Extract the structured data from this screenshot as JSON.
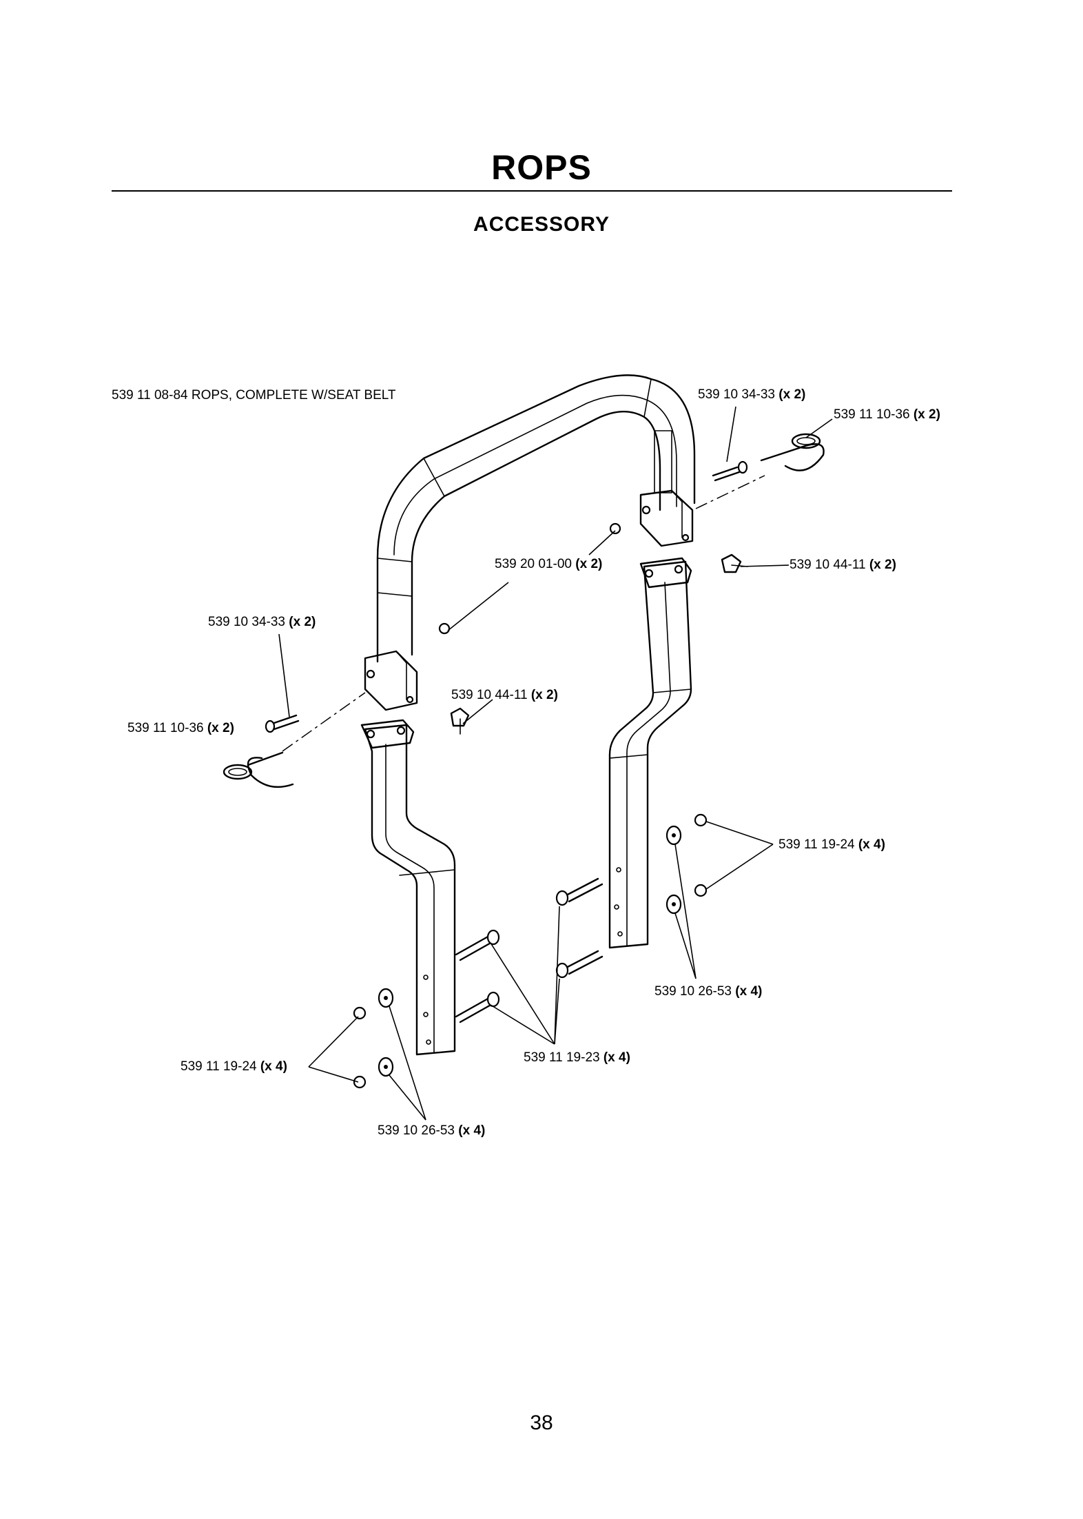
{
  "header": {
    "title": "ROPS",
    "subtitle": "ACCESSORY"
  },
  "footer": {
    "page_number": "38"
  },
  "callouts": {
    "assembly": "539 11 08-84 ROPS, COMPLETE W/SEAT BELT",
    "pin_top_right": {
      "part": "539 10 34-33",
      "qty": "(x 2)"
    },
    "clip_top_right": {
      "part": "539 11 10-36",
      "qty": "(x 2)"
    },
    "nut_upper": {
      "part": "539 20 01-00",
      "qty": "(x 2)"
    },
    "knob_right": {
      "part": "539 10 44-11",
      "qty": "(x 2)"
    },
    "pin_left": {
      "part": "539 10 34-33",
      "qty": "(x 2)"
    },
    "knob_left": {
      "part": "539 10 44-11",
      "qty": "(x 2)"
    },
    "clip_left": {
      "part": "539 11 10-36",
      "qty": "(x 2)"
    },
    "locknut_right": {
      "part": "539 11 19-24",
      "qty": "(x 4)"
    },
    "washer_right": {
      "part": "539 10 26-53",
      "qty": "(x 4)"
    },
    "bolt_center": {
      "part": "539 11 19-23",
      "qty": "(x 4)"
    },
    "locknut_left": {
      "part": "539 11 19-24",
      "qty": "(x 4)"
    },
    "washer_left": {
      "part": "539 10 26-53",
      "qty": "(x 4)"
    }
  }
}
